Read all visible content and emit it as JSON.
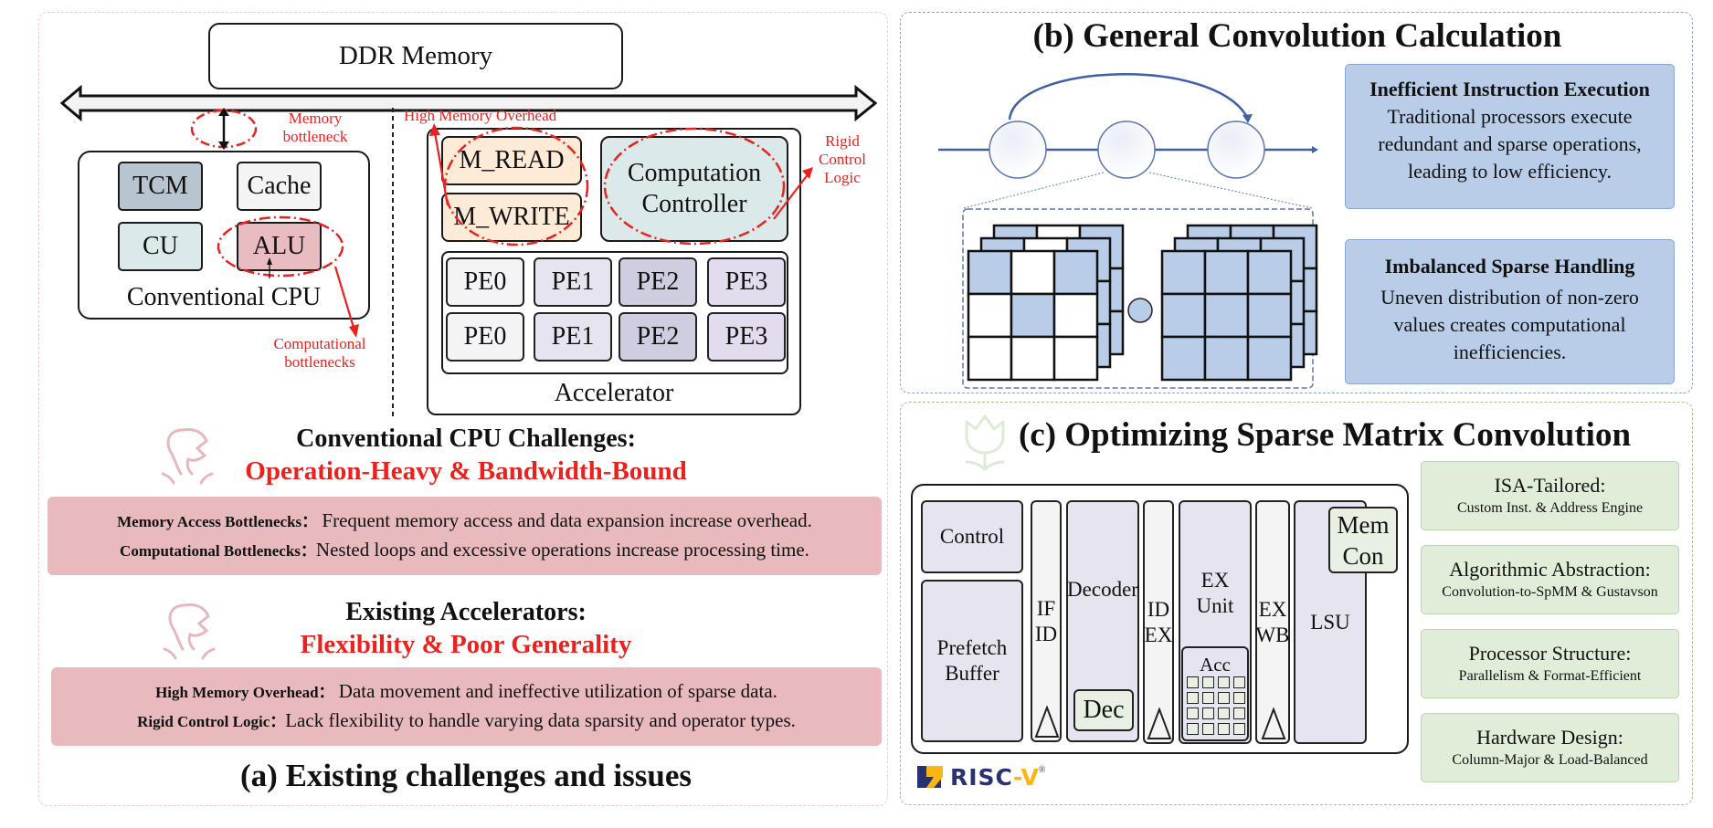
{
  "colors": {
    "accent_red": "#e8231f",
    "tcm": "#b8c5d1",
    "cache": "#f4f4f4",
    "cu": "#dce9ea",
    "alu": "#e8bcc0",
    "mem_rw": "#fdebd8",
    "controller": "#dce9ea",
    "pe0": "#f4f4f6",
    "pe1": "#e6e5ef",
    "pe2": "#cfcde0",
    "pe3": "#e3dcef",
    "pink_panel": "#e9babd",
    "blue_box": "#b9cde8",
    "green_box": "#e0eed9",
    "matrix_fill": "#b9cde8"
  },
  "panel_a": {
    "ddr_memory": "DDR Memory",
    "memory_bottleneck": [
      "Memory",
      "bottleneck"
    ],
    "high_memory_overhead": "High Memory Overhead",
    "rigid_control_logic": [
      "Rigid",
      "Control",
      "Logic"
    ],
    "computational_bottlenecks": [
      "Computational",
      "bottlenecks"
    ],
    "cpu": {
      "label": "Conventional CPU",
      "tcm": "TCM",
      "cache": "Cache",
      "cu": "CU",
      "alu": "ALU"
    },
    "accelerator": {
      "label": "Accelerator",
      "m_read": "M_READ",
      "m_write": "M_WRITE",
      "controller": [
        "Computation",
        "Controller"
      ],
      "pe_rows": [
        [
          "PE0",
          "PE1",
          "PE2",
          "PE3"
        ],
        [
          "PE0",
          "PE1",
          "PE2",
          "PE3"
        ]
      ]
    },
    "cpu_challenges": {
      "heading": "Conventional CPU Challenges:",
      "subheading": "Operation-Heavy & Bandwidth-Bound",
      "items": [
        {
          "label": "Memory Access Bottlenecks：",
          "text": "Frequent memory access and data expansion increase overhead."
        },
        {
          "label": "Computational Bottlenecks：",
          "text": "Nested loops and excessive operations increase processing time."
        }
      ]
    },
    "accel_challenges": {
      "heading": "Existing Accelerators:",
      "subheading": "Flexibility & Poor Generality",
      "items": [
        {
          "label": "High Memory Overhead：",
          "text": "Data movement and ineffective utilization of sparse data."
        },
        {
          "label": "Rigid Control Logic：",
          "text": "Lack flexibility to handle varying data sparsity and operator types."
        }
      ]
    },
    "caption": "(a) Existing challenges and issues"
  },
  "panel_b": {
    "title": "(b) General Convolution Calculation",
    "matrix_left_filled": [
      [
        1,
        0,
        1
      ],
      [
        0,
        1,
        0
      ],
      [
        0,
        0,
        0
      ]
    ],
    "matrix_right_filled": [
      [
        1,
        1,
        1
      ],
      [
        1,
        1,
        1
      ],
      [
        1,
        1,
        1
      ]
    ],
    "boxes": [
      {
        "title": "Inefficient Instruction Execution",
        "lines": [
          "Traditional processors execute",
          "redundant and sparse operations,",
          "leading to low efficiency."
        ]
      },
      {
        "title": "Imbalanced Sparse Handling",
        "lines": [
          "Uneven distribution of non-zero",
          "values creates computational",
          "inefficiencies."
        ]
      }
    ]
  },
  "panel_c": {
    "title": "(c) Optimizing Sparse Matrix Convolution",
    "processor": {
      "control": "Control",
      "prefetch": [
        "Prefetch",
        "Buffer"
      ],
      "if_id": [
        "IF",
        "ID"
      ],
      "decoder": "Decoder",
      "dec": "Dec",
      "id_ex": [
        "ID",
        "EX"
      ],
      "ex_unit": [
        "EX",
        "Unit"
      ],
      "acc": "Acc",
      "ex_wb": [
        "EX",
        "WB"
      ],
      "mem_con": [
        "Mem",
        "Con"
      ],
      "lsu": "LSU"
    },
    "logo": {
      "left": "RISC",
      "right": "-V",
      "mark": "®"
    },
    "features": [
      {
        "title": "ISA-Tailored:",
        "sub": "Custom Inst. & Address Engine"
      },
      {
        "title": "Algorithmic Abstraction:",
        "sub": "Convolution-to-SpMM & Gustavson"
      },
      {
        "title": "Processor Structure:",
        "sub": "Parallelism & Format-Efficient"
      },
      {
        "title": "Hardware Design:",
        "sub": "Column-Major & Load-Balanced"
      }
    ]
  }
}
